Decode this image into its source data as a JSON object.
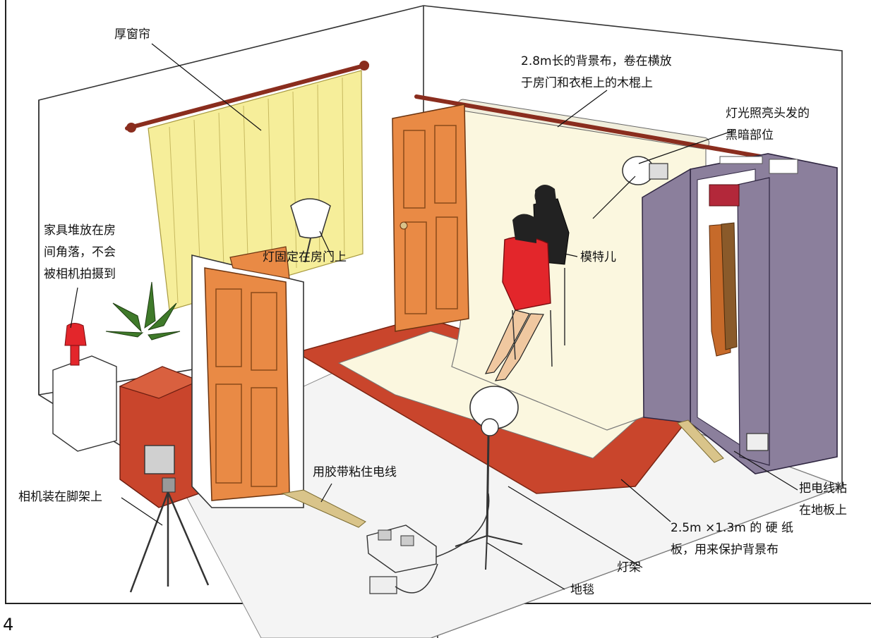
{
  "labels": {
    "curtain": "厚窗帘",
    "backdrop_line1": "2.8m长的背景布，卷在横放",
    "backdrop_line2": "于房门和衣柜上的木棍上",
    "hair_light_line1": "灯光照亮头发的",
    "hair_light_line2": "黑暗部位",
    "furniture_line1": "家具堆放在房",
    "furniture_line2": "间角落，不会",
    "furniture_line3": "被相机拍摄到",
    "door_lamp": "灯固定在房门上",
    "model": "模特儿",
    "tape": "用胶带粘住电线",
    "camera": "相机装在脚架上",
    "cable_line1": "把电线粘",
    "cable_line2": "在地板上",
    "board_line1": "2.5m ×1.3m 的 硬 纸",
    "board_line2": "板，用来保护背景布",
    "stand": "灯架",
    "carpet": "地毯"
  },
  "page_number": "4",
  "colors": {
    "wall_line": "#333333",
    "curtain": "#f6ee9a",
    "door": "#e98a45",
    "floor_board": "#c9452c",
    "backdrop": "#fbf7df",
    "wardrobe": "#8b7f9c",
    "model_dress": "#e3262b",
    "lamp_shade": "#ffffff"
  }
}
